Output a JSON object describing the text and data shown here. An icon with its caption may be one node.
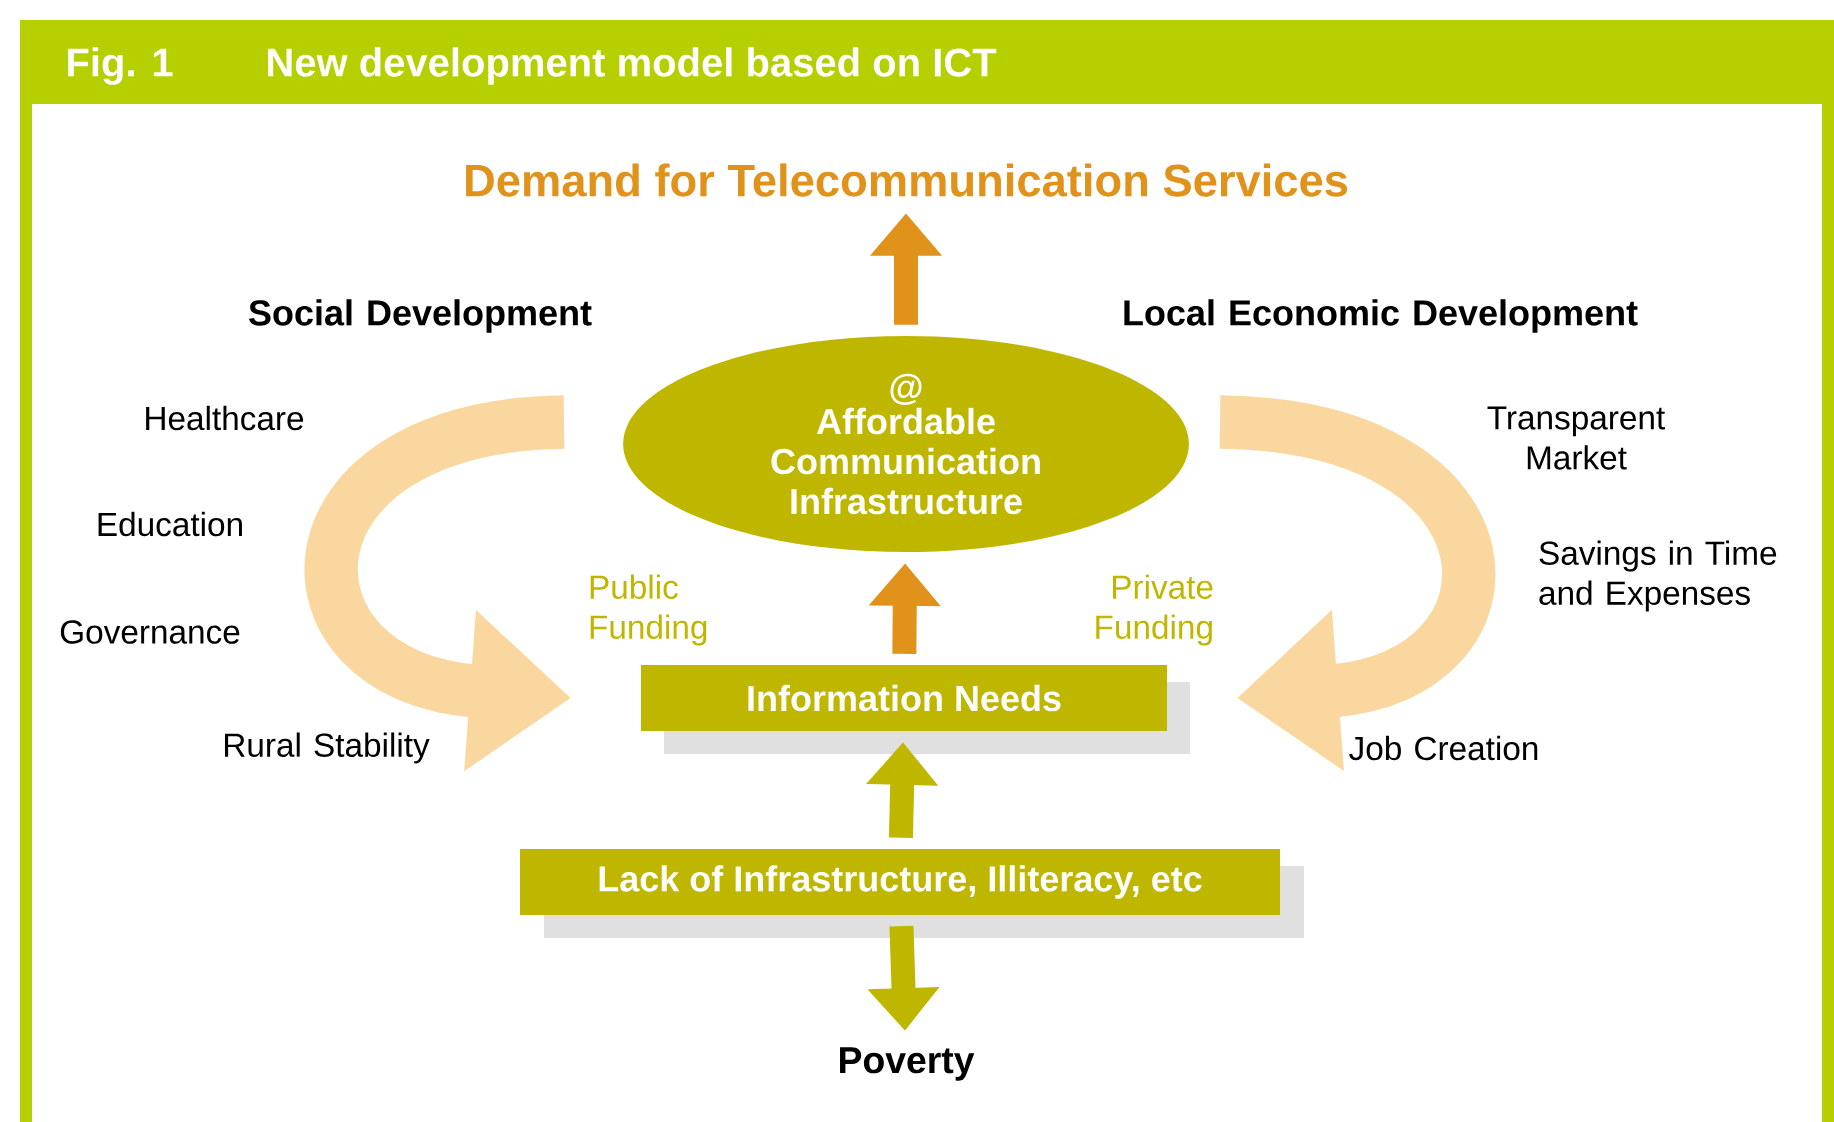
{
  "diagram": {
    "title": "New development model based on ICT",
    "nodes": [
      {
        "text": [
          "Demand for Telecommunication Services"
        ]
      },
      {
        "text": [
          "@",
          "Affordable Communication Infrastructure"
        ]
      },
      {
        "text": [
          "Information Needs"
        ]
      },
      {
        "text": [
          "Lack of Infrastructure, Illiteracy, etc"
        ]
      },
      {
        "text": [
          "Poverty"
        ]
      }
    ],
    "edges": [
      {
        "from": 1,
        "to": 0,
        "arrow": "to",
        "color": "#e0921a"
      },
      {
        "from": 2,
        "to": 1,
        "arrow": "to",
        "color": "#e0921a"
      },
      {
        "from": 3,
        "to": 2,
        "arrow": "to",
        "color": "#bfb600"
      },
      {
        "from": 3,
        "to": 4,
        "arrow": "to",
        "color": "#bfb600"
      },
      {
        "from": null,
        "to": 2,
        "arrow": "to",
        "style": "thick",
        "color": "#fad79f"
      },
      {
        "from": null,
        "to": 2,
        "arrow": "to",
        "style": "thick",
        "color": "#fad79f"
      }
    ],
    "labels": [
      "Fig. 1",
      "Social Development",
      "Local Economic Development",
      "Healthcare",
      "Transparent Market",
      "Education",
      "Savings in Time and Expenses",
      "Public Funding",
      "Private Funding",
      "Governance",
      "Rural Stability",
      "Job Creation"
    ]
  }
}
